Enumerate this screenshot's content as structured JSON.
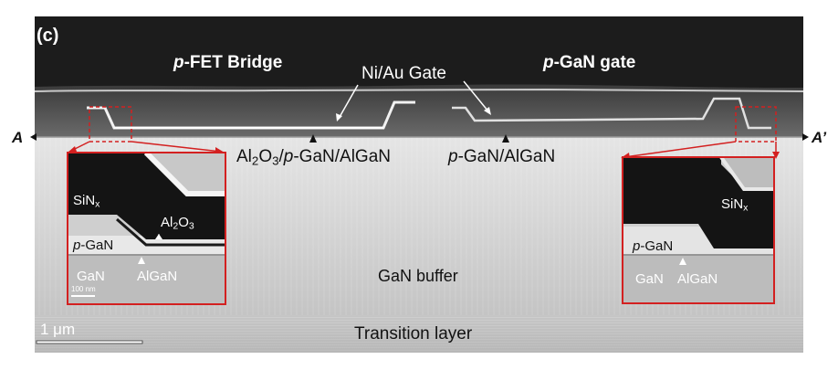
{
  "panel_label": "(c)",
  "regions": {
    "left_title": {
      "italic": "p",
      "rest": "-FET Bridge"
    },
    "right_title": {
      "italic": "p",
      "rest": "-GaN gate"
    }
  },
  "callouts": {
    "gate": "Ni/Au Gate",
    "left_stack": {
      "pre": "Al",
      "sub": "2",
      "mid": "O",
      "sub2": "3",
      "slash": "/",
      "italic": "p",
      "rest": "-GaN/AlGaN"
    },
    "right_stack": {
      "italic": "p",
      "rest": "-GaN/AlGaN"
    }
  },
  "markers": {
    "left": "A",
    "right": "A’"
  },
  "layers": {
    "buffer": "GaN buffer",
    "transition": "Transition layer"
  },
  "scale_bar": {
    "label": "1 μm"
  },
  "inset_left": {
    "sinx": {
      "main": "SiN",
      "sub": "x"
    },
    "al2o3": {
      "main": "Al",
      "sub": "2",
      "main2": "O",
      "sub2": "3"
    },
    "pgan": {
      "italic": "p",
      "rest": "-GaN"
    },
    "gan": "GaN",
    "algan": "AlGaN",
    "scale": "100 nm"
  },
  "inset_right": {
    "sinx": {
      "main": "SiN",
      "sub": "x"
    },
    "pgan": {
      "italic": "p",
      "rest": "-GaN"
    },
    "gan": "GaN",
    "algan": "AlGaN"
  },
  "colors": {
    "highlight": "#d32020",
    "passivation": "#2a2a2a",
    "metal": "#e8e8e8"
  }
}
